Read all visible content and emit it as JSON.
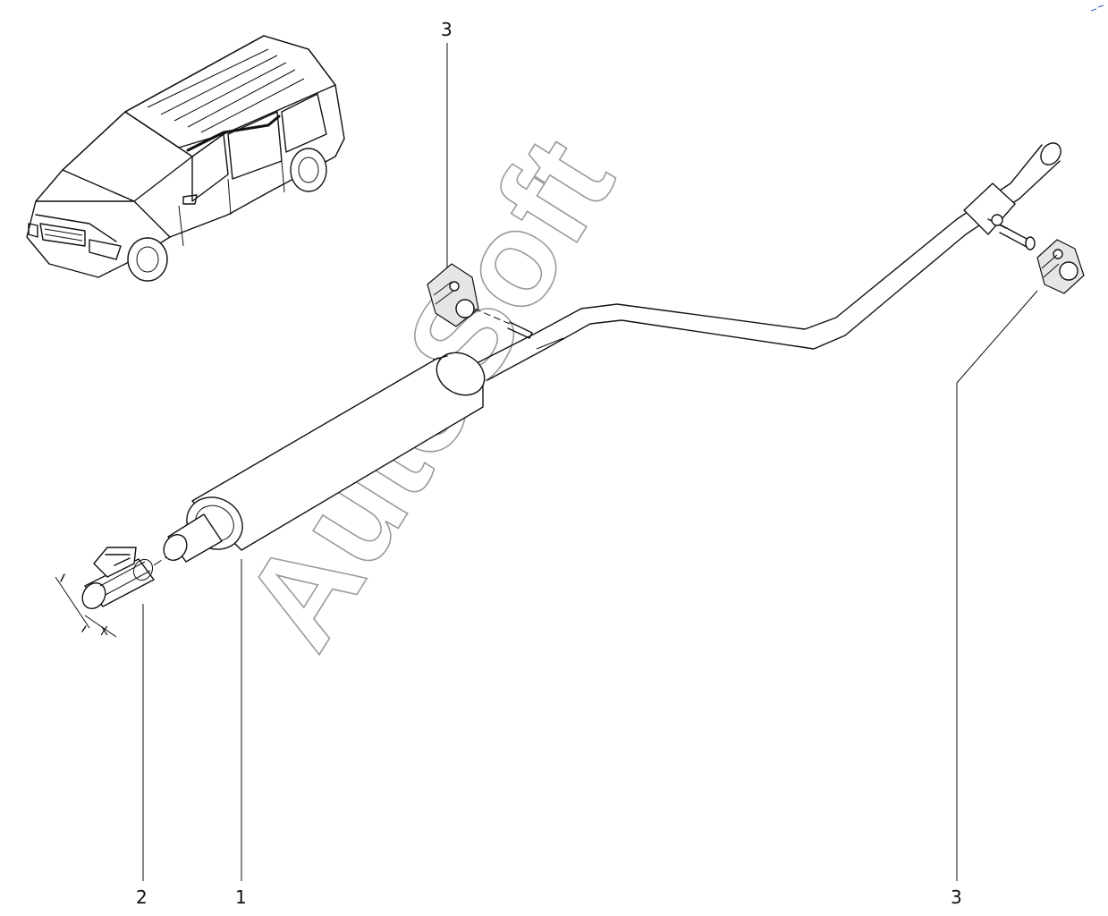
{
  "diagram": {
    "callouts": [
      {
        "id": "1",
        "label": "1"
      },
      {
        "id": "2",
        "label": "2"
      },
      {
        "id": "3a",
        "label": "3"
      },
      {
        "id": "3b",
        "label": "3"
      }
    ],
    "dimension_label": "X",
    "watermark": "AutoSoft",
    "colors": {
      "line": "#111111",
      "watermark": "#9a9a9a",
      "background": "#ffffff"
    }
  }
}
